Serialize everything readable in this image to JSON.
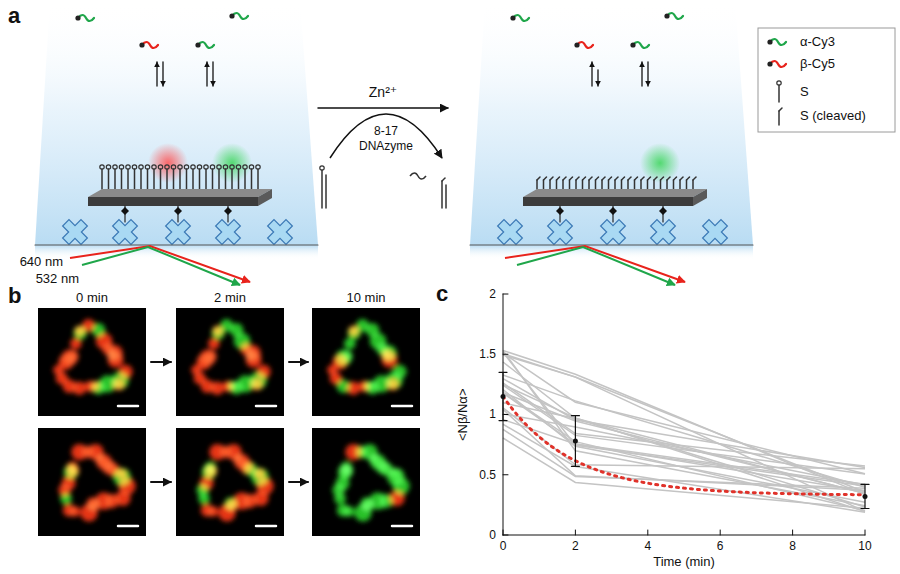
{
  "diagram": {
    "labels": [
      "a",
      "640 nm",
      "532 nm",
      "Zn²⁺",
      "8-17",
      "DNAzyme",
      "b",
      "0 min",
      "2 min",
      "10 min",
      "c",
      "0",
      "0.5",
      "1",
      "1.5",
      "2",
      "0",
      "2",
      "4",
      "6",
      "8",
      "10",
      "<Nβ/Nα>",
      "Time (min)"
    ],
    "legend": [
      {
        "text": "α-Cy3"
      },
      {
        "text": "β-Cy5"
      },
      {
        "text": "S"
      },
      {
        "text": "S (cleaved)"
      }
    ]
  }
}
